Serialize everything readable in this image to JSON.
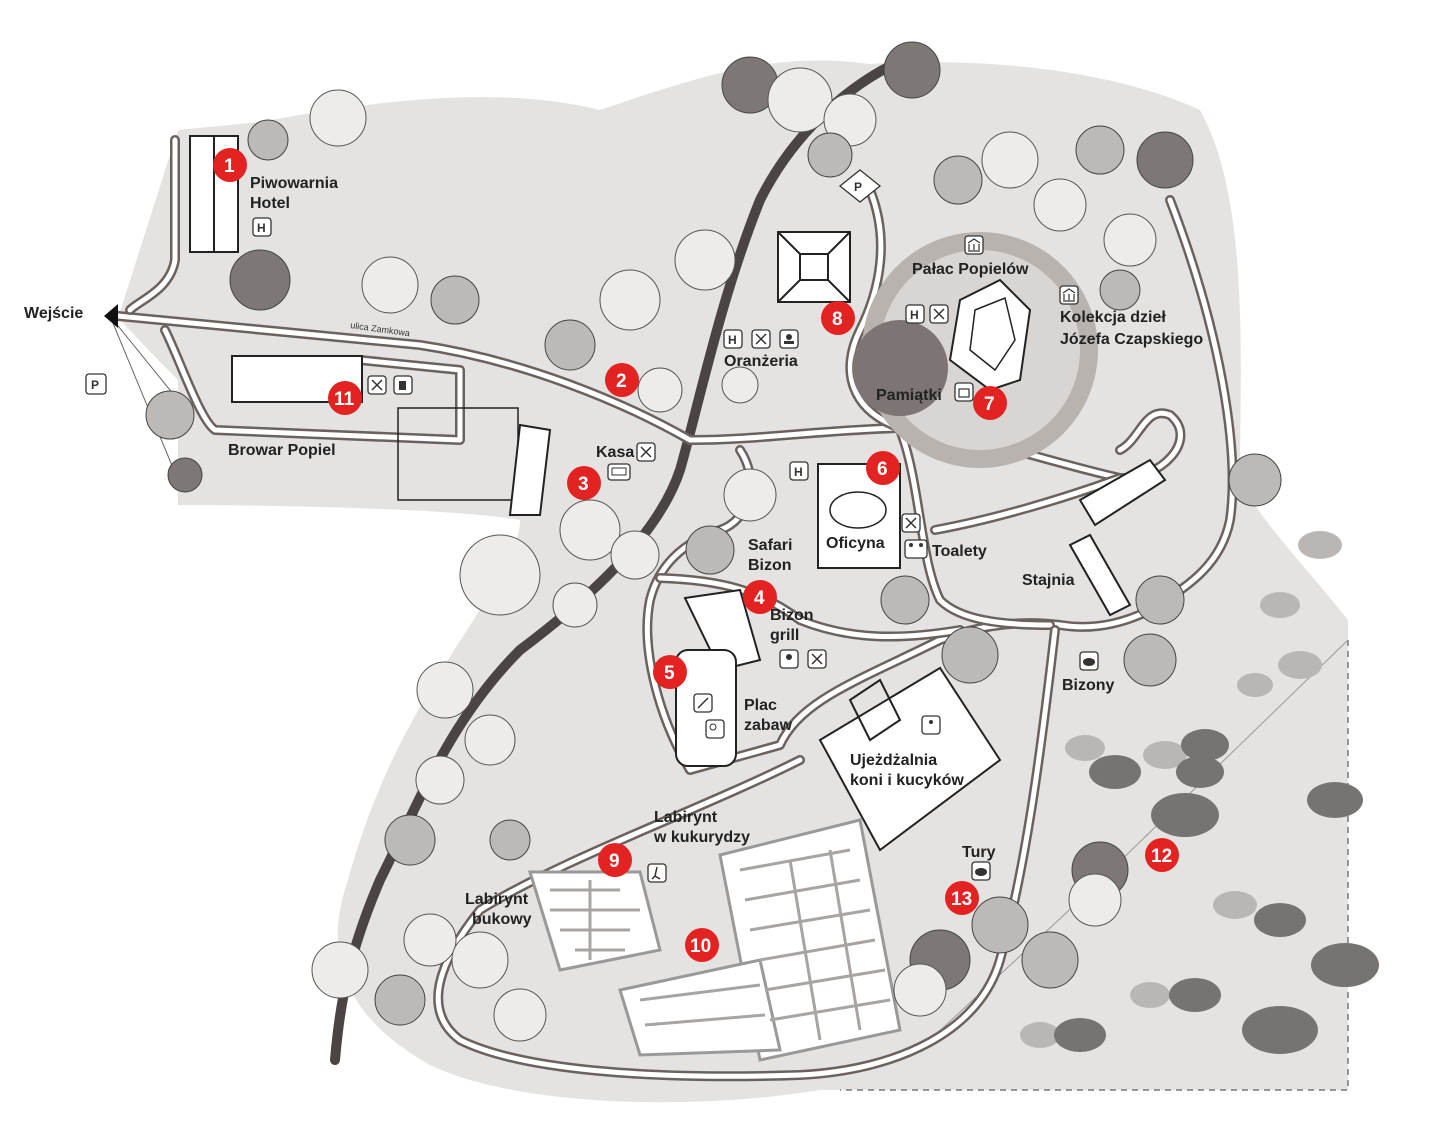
{
  "map": {
    "entrance_label": "Wejście",
    "parking_symbol": "P",
    "street_label": "ulica Zamkowa",
    "colors": {
      "park_fill": "#e5e3e1",
      "road": "#6b625d",
      "marker": "#e32321",
      "building": "#ffffff"
    },
    "locations": [
      {
        "number": "1",
        "name": [
          "Piwowarnia",
          "Hotel"
        ],
        "icons": [
          "hotel-icon"
        ]
      },
      {
        "number": "2",
        "name": [],
        "icons": []
      },
      {
        "number": "3",
        "name": [
          "Kasa"
        ],
        "icons": [
          "closed-box-icon",
          "ticket-icon"
        ]
      },
      {
        "number": "4",
        "name": [
          "Safari",
          "Bizon"
        ],
        "icons": []
      },
      {
        "number": "5",
        "name": [
          "Plac",
          "zabaw"
        ],
        "icons": [
          "playground-icon",
          "tennis-icon"
        ]
      },
      {
        "number": "6",
        "name": [
          "Oficyna"
        ],
        "icons": [
          "hotel-icon",
          "closed-box-icon"
        ]
      },
      {
        "number": "7",
        "name": [
          "Pamiątki"
        ],
        "icons": [
          "gift-icon"
        ]
      },
      {
        "number": "8",
        "name": [
          "Oranżeria"
        ],
        "icons": [
          "hotel-icon",
          "restaurant-icon",
          "cafe-icon"
        ]
      },
      {
        "number": "9",
        "name": [
          "Labirynt",
          "w kukurydzy"
        ],
        "icons": [
          "hiking-icon"
        ]
      },
      {
        "number": "10",
        "name": [],
        "icons": []
      },
      {
        "number": "11",
        "name": [
          "Browar Popiel"
        ],
        "icons": [
          "restaurant-icon",
          "beer-icon"
        ]
      },
      {
        "number": "12",
        "name": [],
        "icons": []
      },
      {
        "number": "13",
        "name": [
          "Tury"
        ],
        "icons": [
          "bison-icon"
        ]
      }
    ],
    "labels": {
      "palace": "Pałac Popielów",
      "collection": [
        "Kolekcja dzieł",
        "Józefa Czapskiego"
      ],
      "bizon_grill": [
        "Bizon",
        "grill"
      ],
      "toilets": "Toalety",
      "stables": "Stajnia",
      "bison": "Bizony",
      "riding": [
        "Ujeżdżalnia",
        "koni i kucyków"
      ],
      "beech_maze": [
        "Labirynt",
        "bukowy"
      ]
    }
  }
}
